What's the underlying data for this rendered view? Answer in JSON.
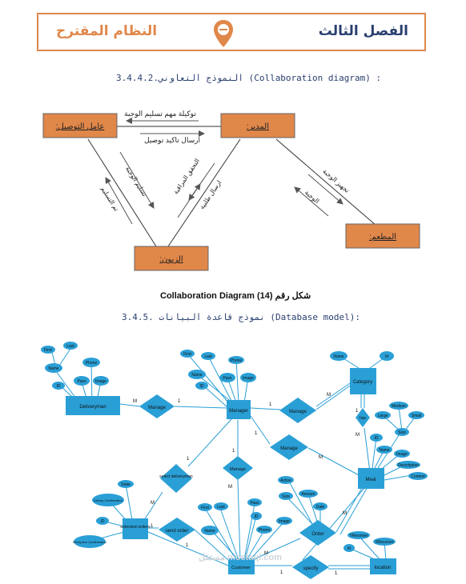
{
  "header": {
    "chapter": "الفصل الثالث",
    "topic": "النظام المقترح"
  },
  "collab": {
    "heading": "3.4.4.2.النموذج التعاوني (Collaboration diagram) :",
    "caption": "Collaboration Diagram (14) شكل رقم",
    "objects": {
      "delivery": ":عامل التوصيل",
      "manager": ":المدير",
      "kitchen": ":المطعم",
      "customer": ":الزبون"
    },
    "messages": {
      "assign": "توكيلة مهم تسليم الوجبة",
      "confirm": "ارسال تاكيد توصيل",
      "receive_meal": "تسليم الوجبة",
      "received": "تم التسليم",
      "send_order": "ارسال طلبية",
      "followup": "التحقق المراقبة",
      "prepare": "تجهيز الوجبة",
      "meal": "الوجبة"
    }
  },
  "er": {
    "heading": "3.4.5.    نموذج قاعدة البيانات (Database model):",
    "entities": {
      "deliveryman": "Deliveryman",
      "manager": "Manager",
      "category": "Category",
      "meal": "Meal",
      "selected_orders": "selected orders",
      "customer": "Customer",
      "location": "location"
    },
    "relations": {
      "manage1": "Manage",
      "manage2": "Manage",
      "manage3": "Manage",
      "manage4": "Manage",
      "select": "select deliveryman",
      "send_order": "send order",
      "order": "Order",
      "has": "has",
      "specify": "specify"
    },
    "attributes": {
      "first": "First",
      "last": "Last",
      "name": "Name",
      "pass": "Pass",
      "phone": "Phone",
      "image": "Image",
      "id": "ID",
      "id_lower": "Id",
      "state": "State",
      "delivery_conf": "Delivry Confirmation",
      "reception_conf": "Reception Confirmation",
      "active": "Active",
      "amount": "Amount",
      "date": "Date",
      "size": "Size",
      "medium": "Medium",
      "large": "Large",
      "small": "Small",
      "description": "Descriiption",
      "content": "Content",
      "yreceiver": "YReceiver",
      "xreceiver": "XReceiver"
    },
    "cardinality": {
      "one": "1",
      "many": "M"
    }
  },
  "watermark": "مستقل mostaql.com"
}
